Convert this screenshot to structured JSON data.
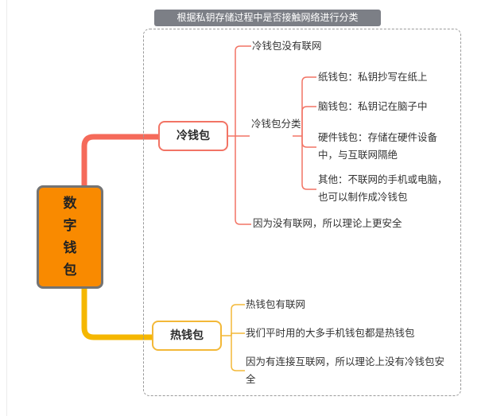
{
  "frame": {
    "caption": "根据私钥存储过程中是否接触网络进行分类"
  },
  "root": {
    "label": "数字钱包"
  },
  "cold_wallet": {
    "label": "冷钱包",
    "offline": "冷钱包没有联网",
    "classify_label": "冷钱包分类",
    "types": [
      "纸钱包：私钥抄写在纸上",
      "脑钱包：私钥记在脑子中",
      "硬件钱包：存储在硬件设备中，与互联网隔绝",
      "其他：不联网的手机或电脑，也可以制作成冷钱包"
    ],
    "safer": "因为没有联网，所以理论上更安全"
  },
  "hot_wallet": {
    "label": "热钱包",
    "items": [
      "热钱包有联网",
      "我们平时用的大多手机钱包都是热钱包",
      "因为有连接互联网，所以理论上没有冷钱包安全"
    ]
  },
  "colors": {
    "root_fill": "#f98a00",
    "root_border": "#747474",
    "cold_branch": "#f27465",
    "hot_branch": "#f3b838",
    "caption_fill": "#7c7f86",
    "frame_border": "#9a9a9a"
  }
}
